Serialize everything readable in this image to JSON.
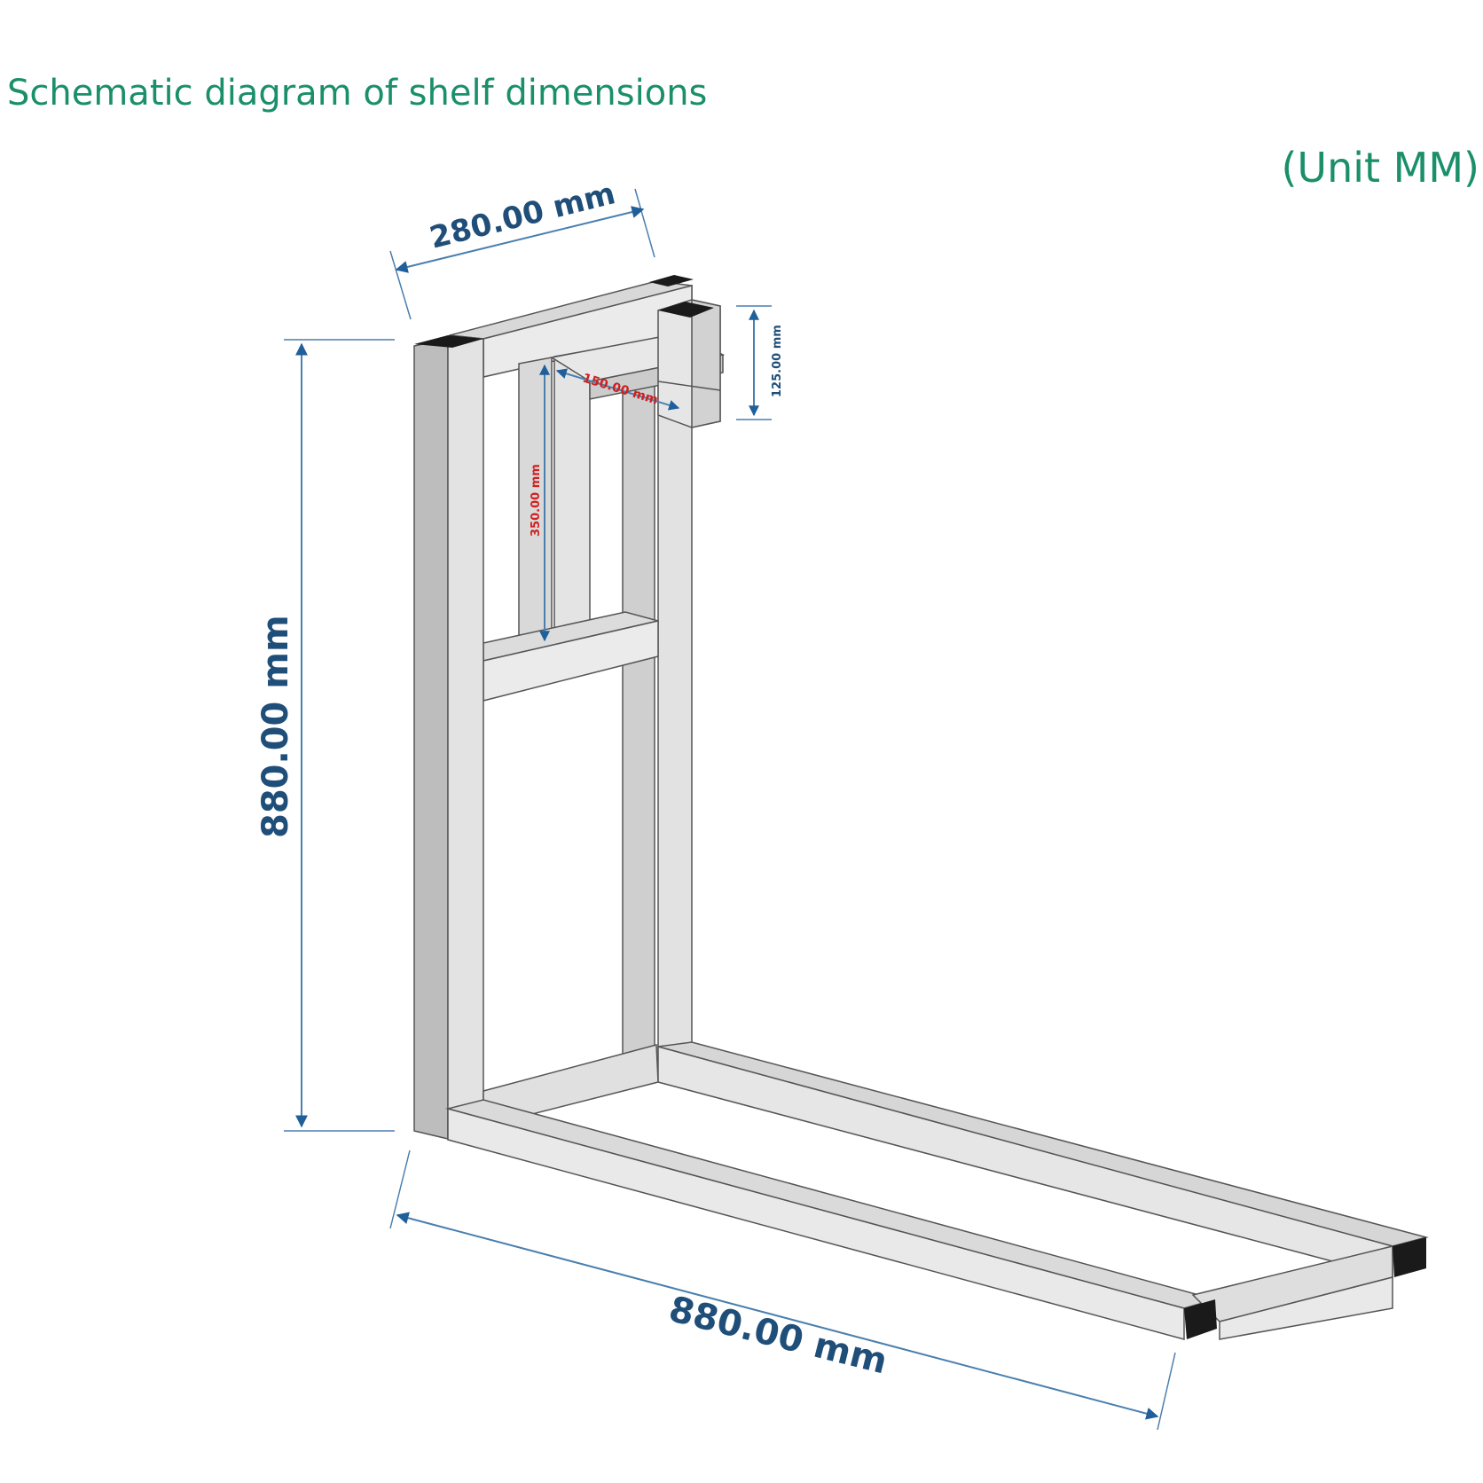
{
  "title": "Schematic diagram of shelf dimensions",
  "unit_note": "(Unit MM)",
  "dimensions": {
    "width_top": "280.00 mm",
    "height": "880.00 mm",
    "length_bottom": "880.00 mm",
    "arm_length": "150.00 mm",
    "arm_height": "125.00 mm",
    "inner_height": "350.00 mm"
  },
  "colors": {
    "title": "#1a8f6a",
    "dimension_blue": "#1f4e79",
    "dimension_red": "#d02020",
    "frame_light": "#e6e6e6",
    "frame_mid": "#cfcfcf",
    "frame_dark": "#b5b5b5",
    "end_cap": "#1a1a1a"
  }
}
